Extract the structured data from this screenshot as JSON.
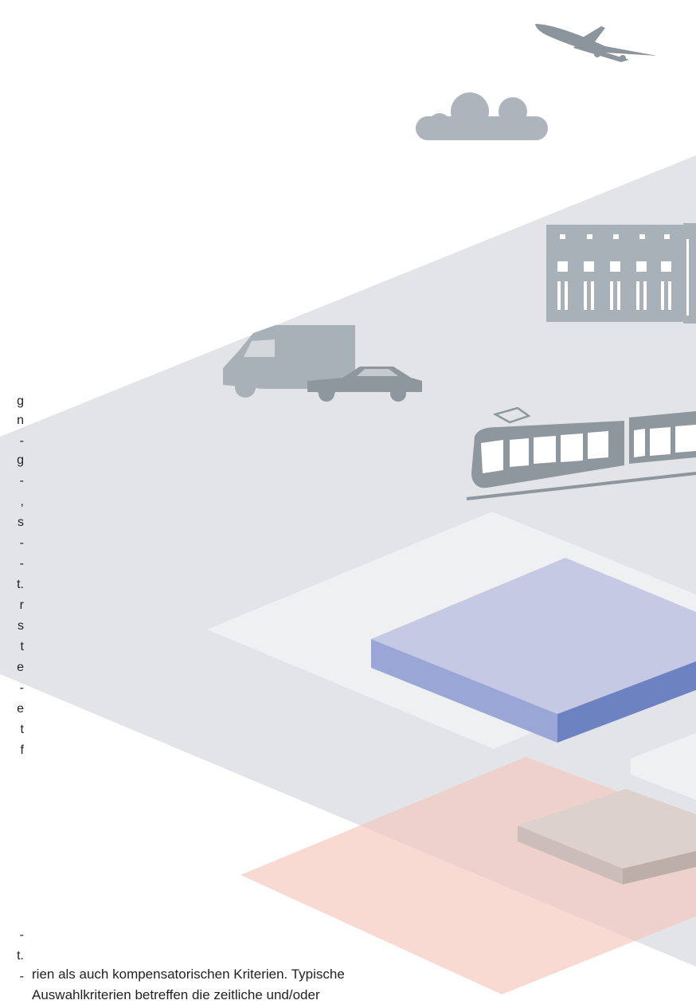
{
  "text": {
    "edge_chars": [
      "g",
      "n",
      "-",
      "g",
      "-",
      ",",
      "s",
      "-",
      "-",
      "t.",
      "r",
      "s",
      "t",
      "e",
      "-",
      "e",
      "t",
      "f",
      "-",
      "t.",
      "-"
    ],
    "line_1": "rien als auch kompensatorischen Kriterien. Typische",
    "line_2": "Auswahlkriterien betreffen die zeitliche und/oder"
  },
  "colors": {
    "vehicle_gray": "#a9b1b8",
    "plane_gray": "#8c959c",
    "ground_plane": "#e2e4e7",
    "blue_top": "#c5c9e4",
    "blue_front": "#9aa6d6",
    "blue_side": "#6d82c0",
    "salmon": "#f4c6ba"
  },
  "icons": [
    "airplane-icon",
    "cloud-icon",
    "building-icon",
    "van-icon",
    "car-icon",
    "tram-icon"
  ]
}
